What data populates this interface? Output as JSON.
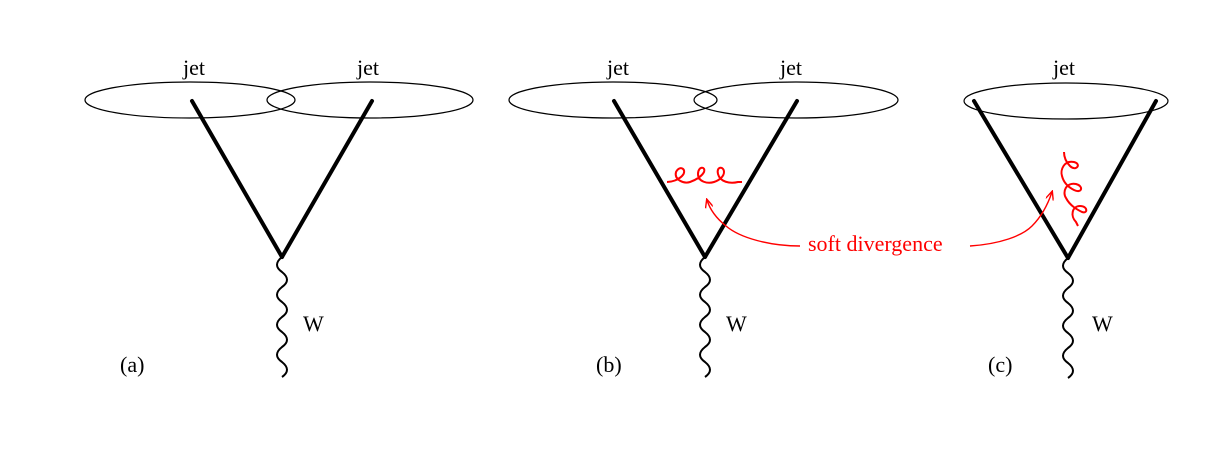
{
  "diagrams": [
    {
      "caption": "(a)",
      "jet_labels": [
        "jet",
        "jet"
      ],
      "boson_label": "W"
    },
    {
      "caption": "(b)",
      "jet_labels": [
        "jet",
        "jet"
      ],
      "boson_label": "W"
    },
    {
      "caption": "(c)",
      "jet_labels": [
        "jet"
      ],
      "boson_label": "W"
    }
  ],
  "annotation": "soft divergence",
  "colors": {
    "lines": "#000000",
    "gluon": "#ff0000",
    "annotation": "#ff0000"
  }
}
